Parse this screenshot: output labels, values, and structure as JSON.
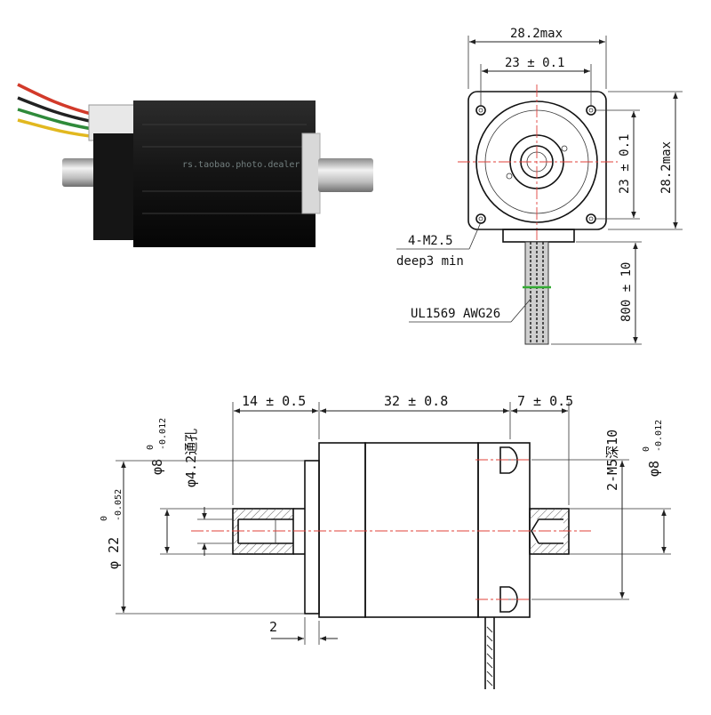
{
  "labels": {
    "top_width_max": "28.2max",
    "top_width_tol": "23 ± 0.1",
    "right_height_tol": "23 ± 0.1",
    "right_height_max": "28.2max",
    "holes": "4-M2.5",
    "holes_depth": "deep3 min",
    "lead_length": "800 ± 10",
    "cable": "UL1569 AWG26",
    "rear_shaft_len": "14 ± 0.5",
    "body_len": "32 ± 0.8",
    "front_shaft_len": "7 ± 0.5",
    "rear_bore_phi": "φ8",
    "rear_bore_tol_upper": "0",
    "rear_bore_tol_lower": "-0.012",
    "through_hole": "φ4.2通孔",
    "boss_phi": "φ 22",
    "boss_tol_upper": "0",
    "boss_tol_lower": "-0.052",
    "front_thread": "2-M5深10",
    "front_bore_phi": "φ8",
    "front_bore_tol_upper": "0",
    "front_bore_tol_lower": "-0.012",
    "flange_thk": "2"
  },
  "colors": {
    "centerline": "#e0403a",
    "motor_body": "#1a1a1a",
    "wire_red": "#d23a2a",
    "wire_green": "#2f8a3a",
    "wire_yellow": "#e2b81f",
    "wire_black": "#222222"
  },
  "watermark": "rs.taobao.photo.dealer"
}
